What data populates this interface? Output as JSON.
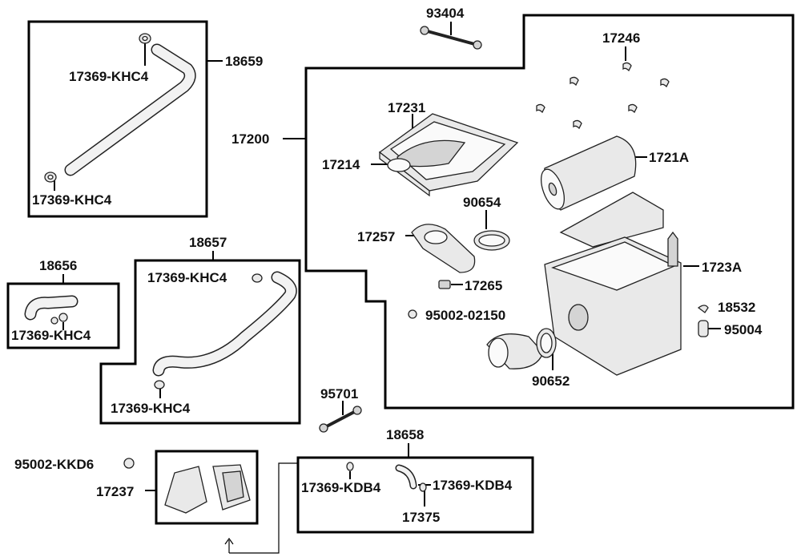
{
  "labels": {
    "p93404": "93404",
    "p17246": "17246",
    "p18659": "18659",
    "p17369_khc4_a": "17369-KHC4",
    "p17369_khc4_b": "17369-KHC4",
    "p17231": "17231",
    "p17200": "17200",
    "p17214": "17214",
    "p1721a": "1721A",
    "p90654": "90654",
    "p18657": "18657",
    "p18656": "18656",
    "p17369_khc4_c": "17369-KHC4",
    "p17369_khc4_d": "17369-KHC4",
    "p17257": "17257",
    "p1723a": "1723A",
    "p17265": "17265",
    "p95002_02150": "95002-02150",
    "p18532": "18532",
    "p95004": "95004",
    "p17369_khc4_e": "17369-KHC4",
    "p90652": "90652",
    "p95701": "95701",
    "p18658": "18658",
    "p95002_kkd6": "95002-KKD6",
    "p17237": "17237",
    "p17369_kdb4_a": "17369-KDB4",
    "p17369_kdb4_b": "17369-KDB4",
    "p17375": "17375"
  }
}
